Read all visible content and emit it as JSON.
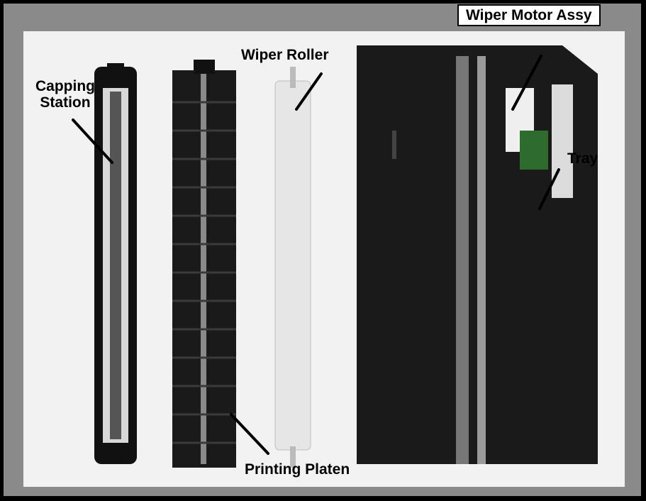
{
  "labels": {
    "capping_station_line1": "Capping",
    "capping_station_line2": "Station",
    "wiper_roller": "Wiper Roller",
    "wiper_motor_assy": "Wiper Motor Assy",
    "tray": "Tray",
    "printing_platen": "Printing Platen"
  },
  "colors": {
    "background": "#eeeeee",
    "frame": "#000000",
    "outer_gray": "#8a8a8a",
    "parts": "#1a1a1a",
    "roller": "#e6e6e6"
  }
}
